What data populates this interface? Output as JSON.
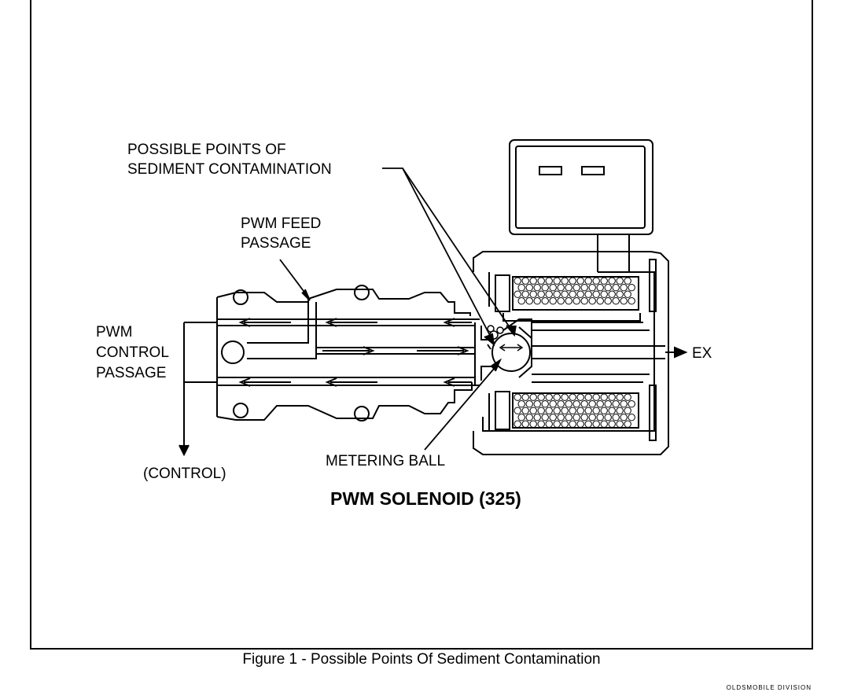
{
  "figure": {
    "labels": {
      "contamination_line1": "POSSIBLE POINTS OF",
      "contamination_line2": "SEDIMENT CONTAMINATION",
      "feed_line1": "PWM FEED",
      "feed_line2": "PASSAGE",
      "control_line1": "PWM",
      "control_line2": "CONTROL",
      "control_line3": "PASSAGE",
      "control_paren": "(CONTROL)",
      "exhaust": "EX",
      "metering_ball": "METERING BALL"
    },
    "title": "PWM SOLENOID (325)"
  },
  "caption": "Figure 1 - Possible Points Of Sediment Contamination",
  "footer": "OLDSMOBILE DIVISION"
}
